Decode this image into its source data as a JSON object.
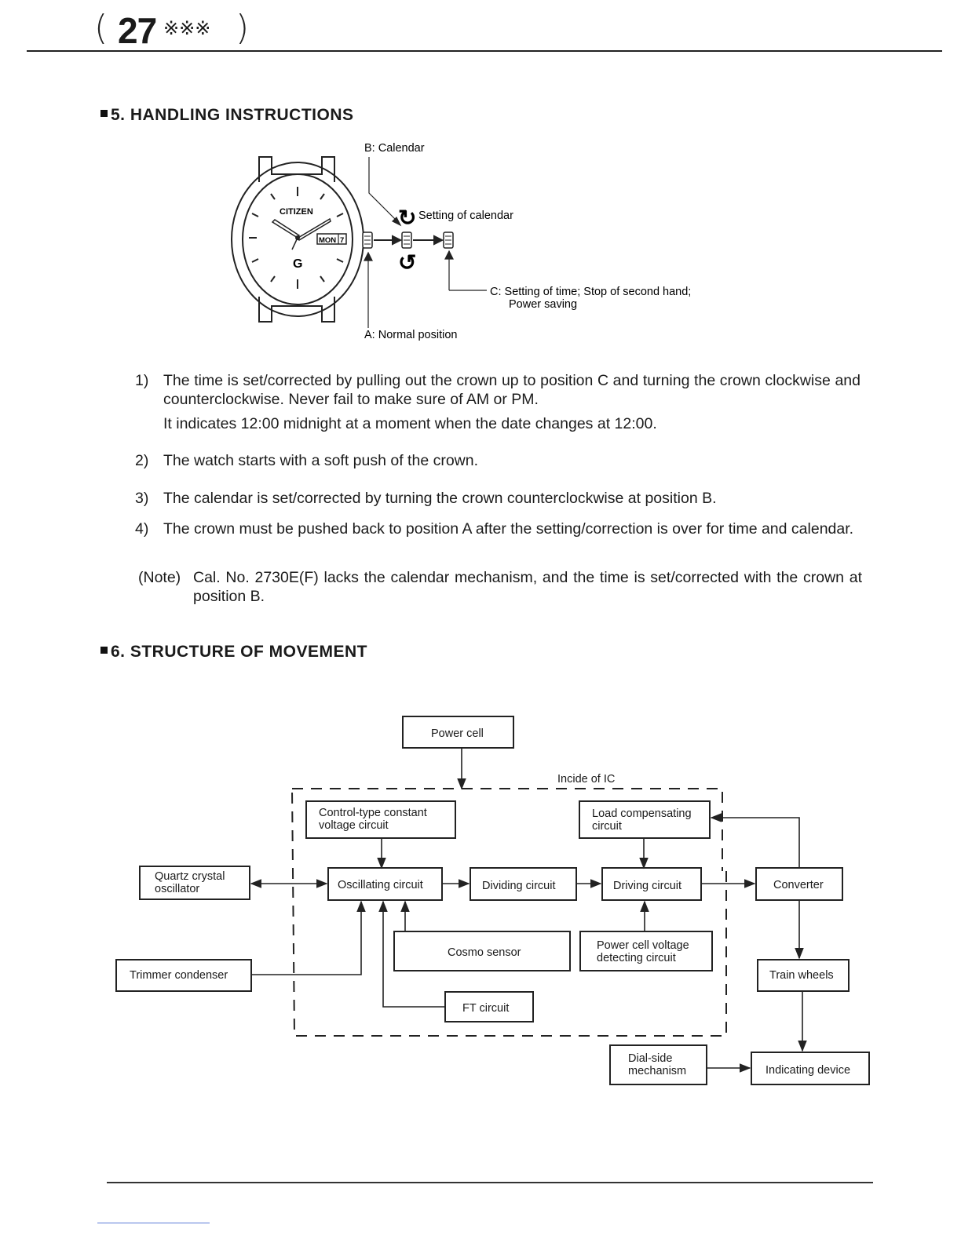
{
  "header": {
    "page_number": "27",
    "page_suffix": "※※※"
  },
  "section5": {
    "title": "5. HANDLING INSTRUCTIONS",
    "diagram": {
      "brand": "CITIZEN",
      "day_window": "MON",
      "date_window": "7",
      "label_b": "B:  Calendar",
      "label_setting_calendar": "Setting of calendar",
      "label_c_line1": "C:  Setting of time; Stop of second hand;",
      "label_c_line2": "Power saving",
      "label_a": "A:  Normal position"
    },
    "items": [
      {
        "num": "1)",
        "text": "The time is set/corrected by pulling out the crown up to position C and turning the crown clockwise and counterclockwise. Never fail to make sure of AM or PM.",
        "extra": "It indicates 12:00 midnight at a moment when the date changes at 12:00."
      },
      {
        "num": "2)",
        "text": "The watch starts with a soft push of the crown."
      },
      {
        "num": "3)",
        "text": "The calendar is set/corrected by turning the crown counterclockwise at position B."
      },
      {
        "num": "4)",
        "text": "The crown must be pushed back to position A after the setting/correction is over for time and calendar."
      }
    ],
    "note": {
      "label": "(Note)",
      "text": "Cal. No. 2730E(F) lacks the calendar mechanism, and the time is set/corrected with the crown at position B."
    }
  },
  "section6": {
    "title": "6. STRUCTURE OF MOVEMENT",
    "diagram": {
      "ic_label": "Incide of IC",
      "blocks": {
        "power_cell": "Power cell",
        "control_line1": "Control-type constant",
        "control_line2": "voltage circuit",
        "load_line1": "Load compensating",
        "load_line2": "circuit",
        "quartz_line1": "Quartz crystal",
        "quartz_line2": "oscillator",
        "oscillating": "Oscillating circuit",
        "dividing": "Dividing circuit",
        "driving": "Driving circuit",
        "converter": "Converter",
        "cosmo": "Cosmo sensor",
        "pcv_line1": "Power cell voltage",
        "pcv_line2": "detecting circuit",
        "trimmer": "Trimmer condenser",
        "train": "Train wheels",
        "ft": "FT circuit",
        "dial_line1": "Dial-side",
        "dial_line2": "mechanism",
        "indicating": "Indicating device"
      }
    }
  }
}
